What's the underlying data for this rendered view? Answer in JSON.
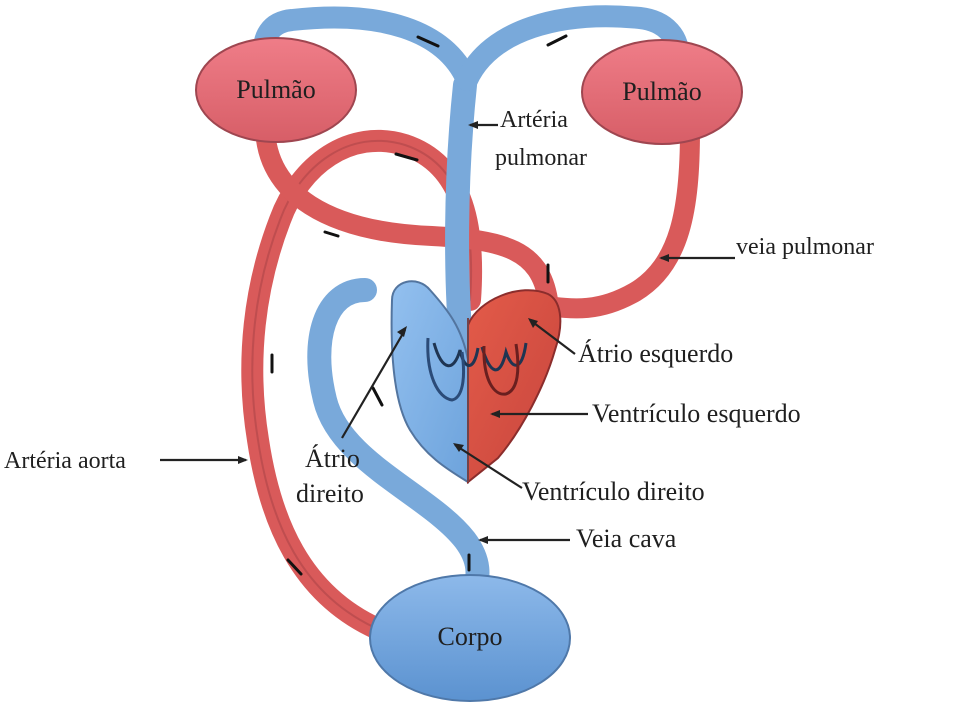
{
  "diagram": {
    "colors": {
      "background": "#ffffff",
      "oxygenated": "#d95a5a",
      "oxygenated_dark": "#b13f43",
      "deoxygenated": "#79a9da",
      "deoxygenated_dark": "#3f5f8f",
      "left_heart": "#d94c3e",
      "right_heart": "#84b3e6",
      "outline": "#2b2b2b",
      "text": "#1f1f1f"
    },
    "organs": {
      "left_lung": "Pulmão",
      "right_lung": "Pulmão",
      "body": "Corpo"
    },
    "labels": {
      "pulmonary_artery_line1": "Artéria",
      "pulmonary_artery_line2": "pulmonar",
      "pulmonary_vein": "veia pulmonar",
      "left_atrium": "Átrio esquerdo",
      "left_ventricle": "Ventrículo esquerdo",
      "aorta": "Artéria aorta",
      "right_atrium_line1": "Átrio",
      "right_atrium_line2": "direito",
      "right_ventricle": "Ventrículo direito",
      "vena_cava": "Veia cava"
    }
  }
}
